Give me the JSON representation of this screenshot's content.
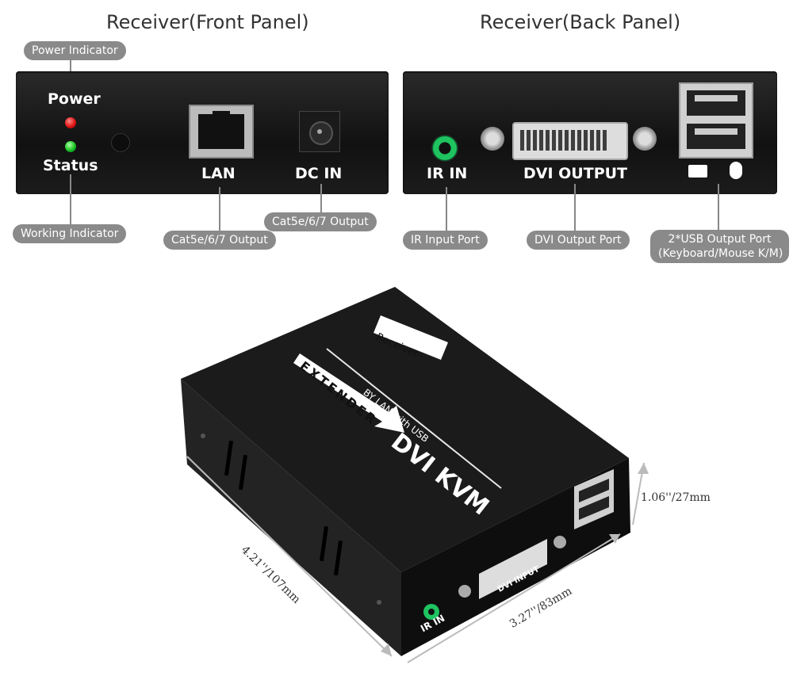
{
  "front": {
    "title": "Receiver(Front Panel)",
    "power_label": "Power",
    "status_label": "Status",
    "lan_label": "LAN",
    "dc_label": "DC IN",
    "callouts": {
      "power_indicator": "Power Indicator",
      "working_indicator": "Working Indicator",
      "lan_output": "Cat5e/6/7 Output",
      "dc_output": "Cat5e/6/7 Output"
    }
  },
  "back": {
    "title": "Receiver(Back Panel)",
    "ir_label": "IR IN",
    "dvi_label": "DVI OUTPUT",
    "callouts": {
      "ir_port": "IR Input Port",
      "dvi_port": "DVI Output Port",
      "usb_port_line1": "2*USB Output Port",
      "usb_port_line2": "(Keyboard/Mouse K/M)"
    }
  },
  "device": {
    "top_tag": "Receiver",
    "brand_line1": "DVI KVM",
    "brand_line2": "EXTENDER",
    "brand_line3": "BY LAN with USB",
    "side_ir": "IR IN",
    "side_dvi": "DVI INPUT"
  },
  "dimensions": {
    "length": "4.21''/107mm",
    "width": "3.27''/83mm",
    "height": "1.06''/27mm"
  },
  "colors": {
    "led_red": "#e01515",
    "led_green": "#19c21c",
    "ir_jack": "#1fc460"
  }
}
